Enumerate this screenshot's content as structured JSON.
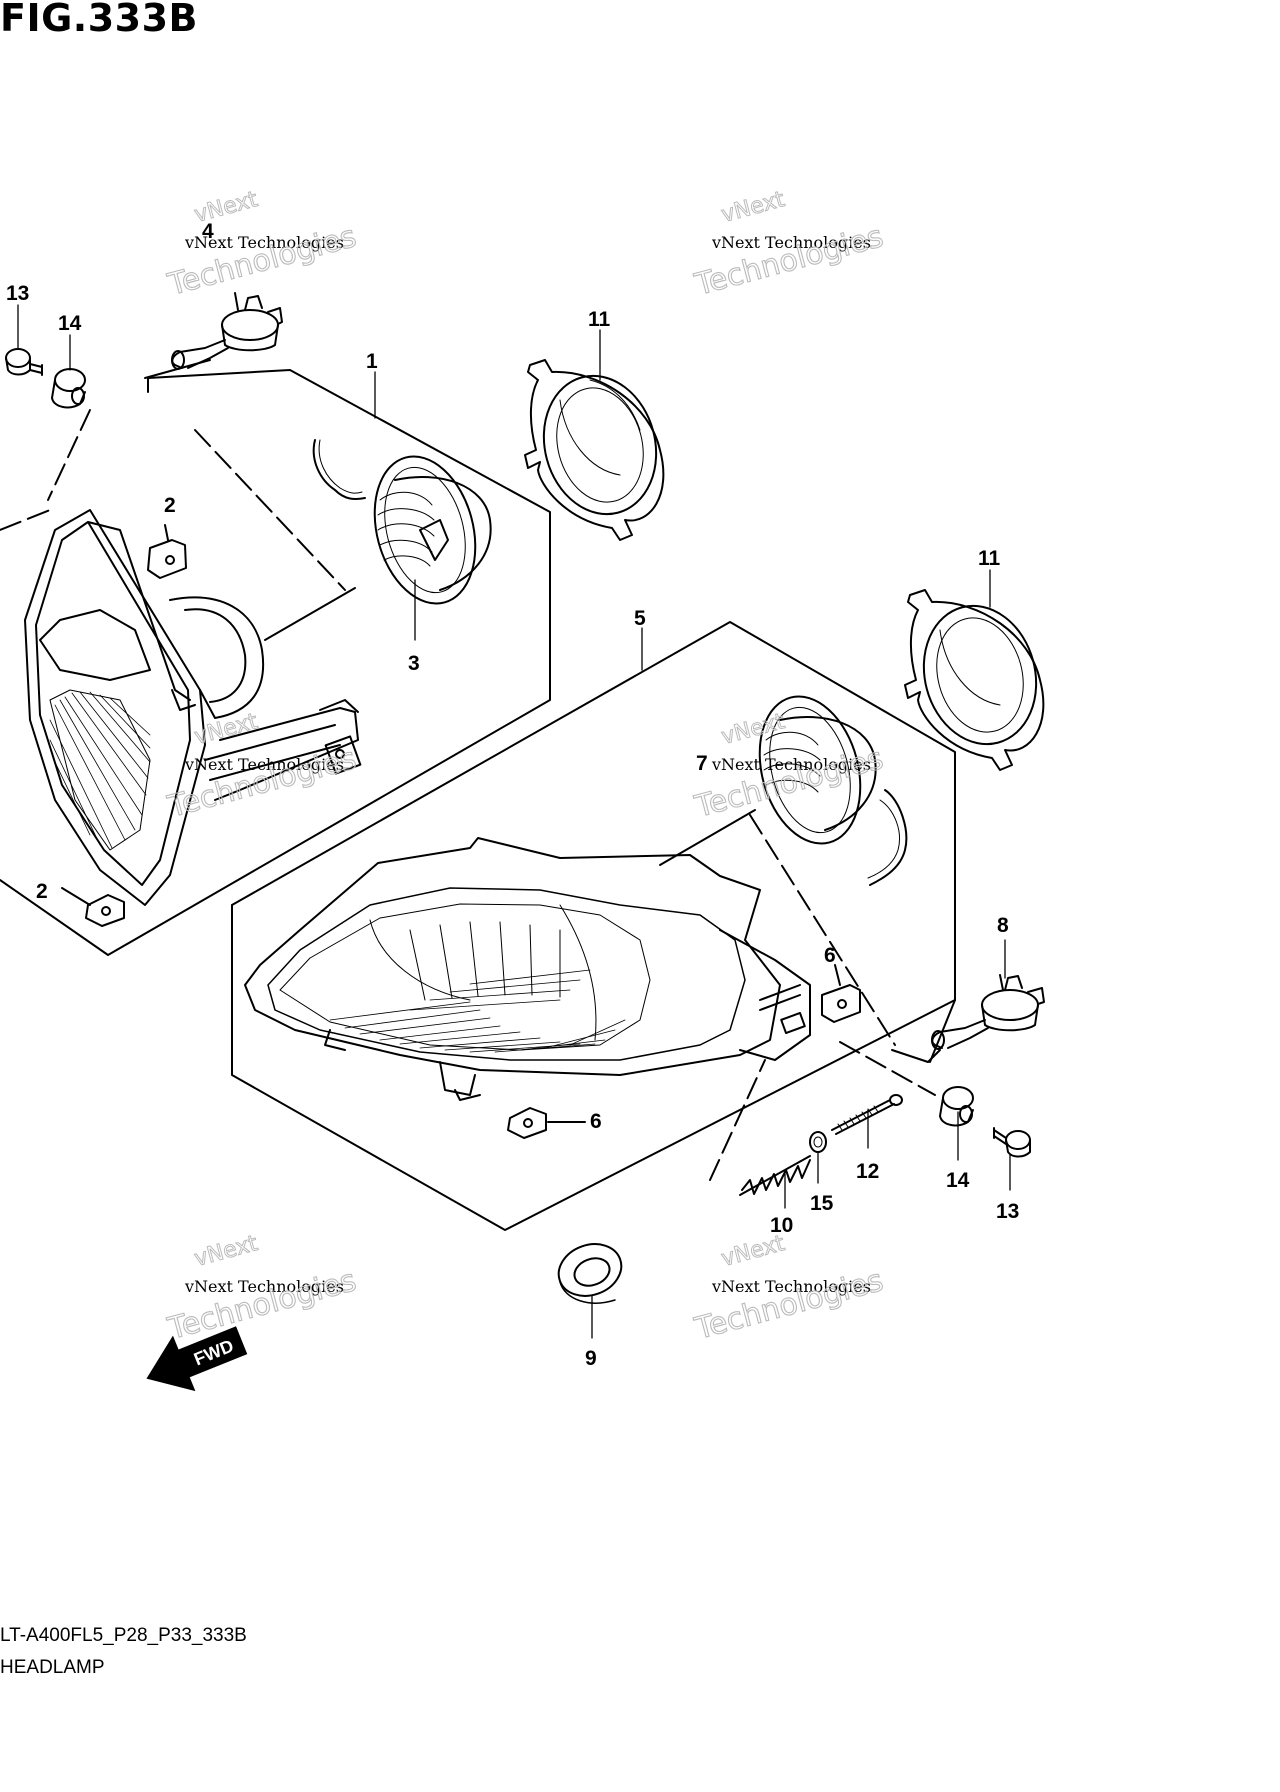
{
  "figure_title": "FIG.333B",
  "model_code": "LT-A400FL5_P28_P33_333B",
  "section_name": "HEADLAMP",
  "fwd_label": "FWD",
  "callouts": [
    "1",
    "2",
    "2",
    "3",
    "4",
    "5",
    "6",
    "6",
    "7",
    "8",
    "9",
    "10",
    "11",
    "11",
    "12",
    "13",
    "13",
    "14",
    "14",
    "15"
  ],
  "watermark": {
    "small": "vNext Technologies",
    "outline_top": "vNext",
    "outline_bottom": "Technologies"
  },
  "colors": {
    "line": "#000000",
    "watermark_outline": "#bbbbbb",
    "background": "#ffffff"
  }
}
